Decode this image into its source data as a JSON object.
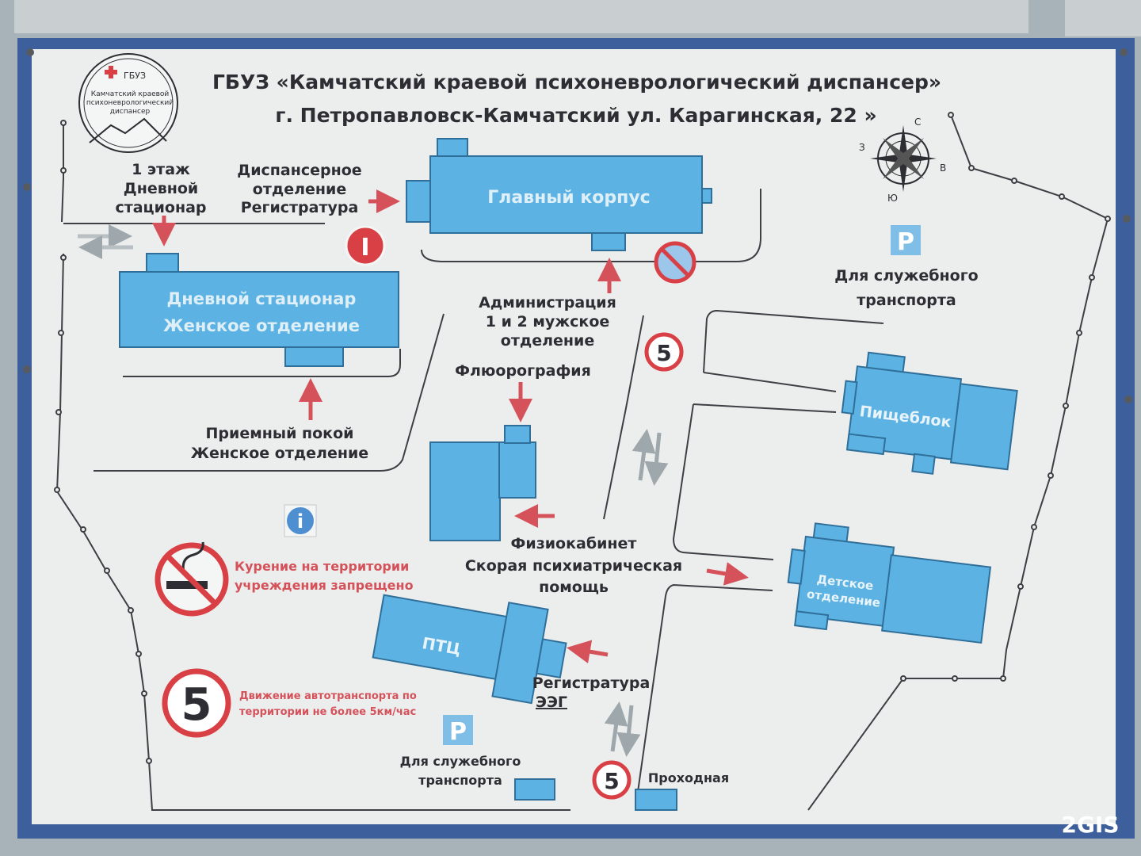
{
  "header": {
    "line1": "ГБУЗ «Камчатский краевой психоневрологический диспансер»",
    "line2": "г. Петропавловск-Камчатский ул. Карагинская, 22 »"
  },
  "logo": {
    "abbr": "ГБУЗ",
    "name_line1": "Камчатский краевой",
    "name_line2": "психоневрологический",
    "name_line3": "диспансер"
  },
  "compass": {
    "n": "С",
    "s": "Ю",
    "e": "В",
    "w": "З"
  },
  "buildings": {
    "main": "Главный корпус",
    "day_line1": "Дневной стационар",
    "day_line2": "Женское отделение",
    "kitchen": "Пищеблок",
    "children_line1": "Детское",
    "children_line2": "отделение",
    "ptc": "ПТЦ"
  },
  "labels": {
    "floor1_line1": "1 этаж",
    "floor1_line2": "Дневной",
    "floor1_line3": "стационар",
    "disp_line1": "Диспансерное",
    "disp_line2": "отделение",
    "disp_line3": "Регистратура",
    "admin_line1": "Администрация",
    "admin_line2": "1 и 2 мужское",
    "admin_line3": "отделение",
    "fluoro": "Флюорография",
    "reception_line1": "Приемный покой",
    "reception_line2": "Женское отделение",
    "physio_line1": "Физиокабинет",
    "physio_line2": "Скорая психиатрическая",
    "physio_line3": "помощь",
    "reg": "Регистратура",
    "eeg": "ЭЭГ",
    "parking_service_line1": "Для служебного",
    "parking_service_line2": "транспорта",
    "parking2_line1": "Для служебного",
    "parking2_line2": "транспорта",
    "checkpoint": "Проходная"
  },
  "signs": {
    "info_letter": "i",
    "info_mark": "I",
    "parking_letter": "P",
    "speed": "5",
    "no_smoking_line1": "Курение на территории",
    "no_smoking_line2": "учреждения запрещено",
    "speed_line1": "Движение автотранспорта по",
    "speed_line2": "территории не более 5км/час"
  },
  "watermark": "2GIS",
  "colors": {
    "building": "#5cb3e3",
    "building_edge": "#2f6f99",
    "arrow": "#d5525a",
    "sign_red": "#d94045",
    "text_dark": "#2d2d33",
    "board": "#eceded",
    "frame": "#3d5f9b"
  }
}
